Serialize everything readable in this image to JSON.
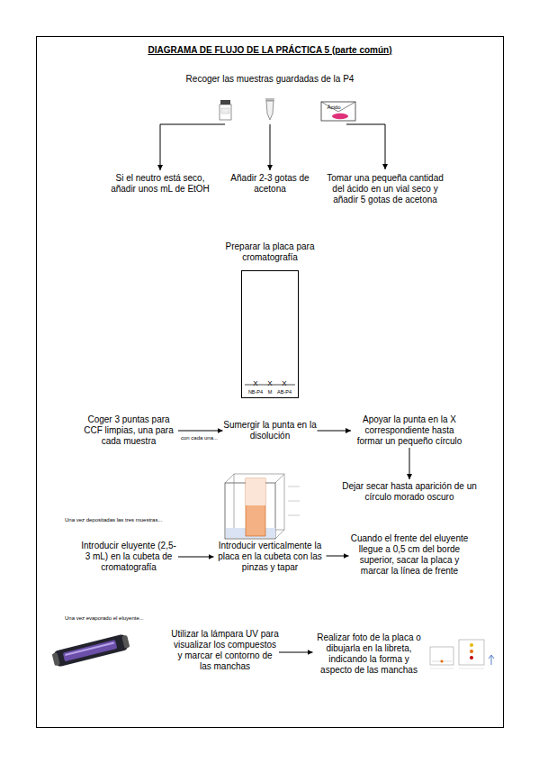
{
  "diagram": {
    "title": "DIAGRAMA DE FLUJO DE LA PRÁCTICA 5 (parte común)",
    "nodes": [
      {
        "text": [
          "Recoger las muestras guardadas de la P4"
        ]
      },
      {
        "text": [
          "Si el neutro está seco, añadir unos mL de EtOH"
        ]
      },
      {
        "text": [
          "Añadir 2-3 gotas de acetona"
        ]
      },
      {
        "text": [
          "Tomar una pequeña cantidad del ácido en un vial seco y añadir 5 gotas de acetona"
        ]
      },
      {
        "text": [
          "Preparar la placa para cromatografía"
        ]
      },
      {
        "text": [
          "Coger 3 puntas para CCF limpias, una para cada muestra"
        ]
      },
      {
        "text": [
          "Sumergir la punta en la disolución"
        ]
      },
      {
        "text": [
          "Apoyar la punta en la X correspondiente hasta formar un pequeño círculo"
        ]
      },
      {
        "text": [
          "Dejar secar hasta aparición de un círculo morado oscuro"
        ]
      },
      {
        "text": [
          "Introducir eluyente (2,5-3 mL) en la cubeta de cromatografía"
        ]
      },
      {
        "text": [
          "Introducir verticalmente la placa en la cubeta con las pinzas y tapar"
        ]
      },
      {
        "text": [
          "Cuando el frente del eluyente llegue a 0,5 cm del borde superior, sacar la placa y marcar la línea de frente"
        ]
      },
      {
        "text": [
          "Utilizar la lámpara UV para visualizar los compuestos y marcar el contorno de las manchas"
        ]
      },
      {
        "text": [
          "Realizar foto de la placa o dibujarla en la libreta, indicando la forma y aspecto de las manchas"
        ]
      }
    ],
    "edges": [
      {
        "from": 0,
        "to": 1,
        "arrow": "to"
      },
      {
        "from": 0,
        "to": 2,
        "arrow": "to"
      },
      {
        "from": 0,
        "to": 3,
        "arrow": "to"
      },
      {
        "from": 5,
        "to": 6,
        "label": "con cada una...",
        "arrow": "to"
      },
      {
        "from": 6,
        "to": 7,
        "arrow": "to"
      },
      {
        "from": 7,
        "to": 8,
        "arrow": "to"
      },
      {
        "from": 9,
        "to": 10,
        "arrow": "to"
      },
      {
        "from": 10,
        "to": 11,
        "arrow": "to"
      },
      {
        "from": 12,
        "to": 13,
        "arrow": "to"
      }
    ],
    "labels": [
      "Ácido",
      "X",
      "X",
      "X",
      "NB-P4",
      "M",
      "AB-P4",
      "Una vez depositadas las tres muestras...",
      "Una vez evaporado el eluyente..."
    ]
  }
}
